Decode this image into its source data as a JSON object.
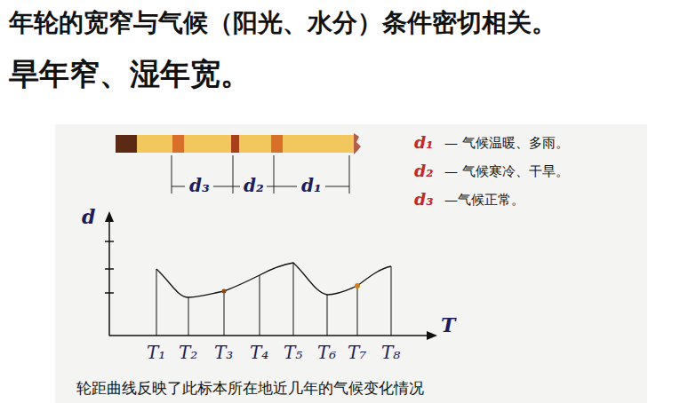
{
  "diagram": {
    "title": "年轮的宽窄与气候（阳光、水分）条件密切相关。",
    "caption": "轮距曲线反映了此标本所在地近几年的气候变化情况",
    "labels": [
      "旱年窄、湿年宽。",
      "d₃",
      "d₂",
      "d₁",
      "d₁",
      "— 气候温暖、多雨。",
      "d₂",
      "— 气候寒冷、干旱。",
      "d₃",
      "—气候正常。",
      "d",
      "T",
      "T₁",
      "T₂",
      "T₃",
      "T₄",
      "T₅",
      "T₆",
      "T₇",
      "T₈"
    ]
  }
}
